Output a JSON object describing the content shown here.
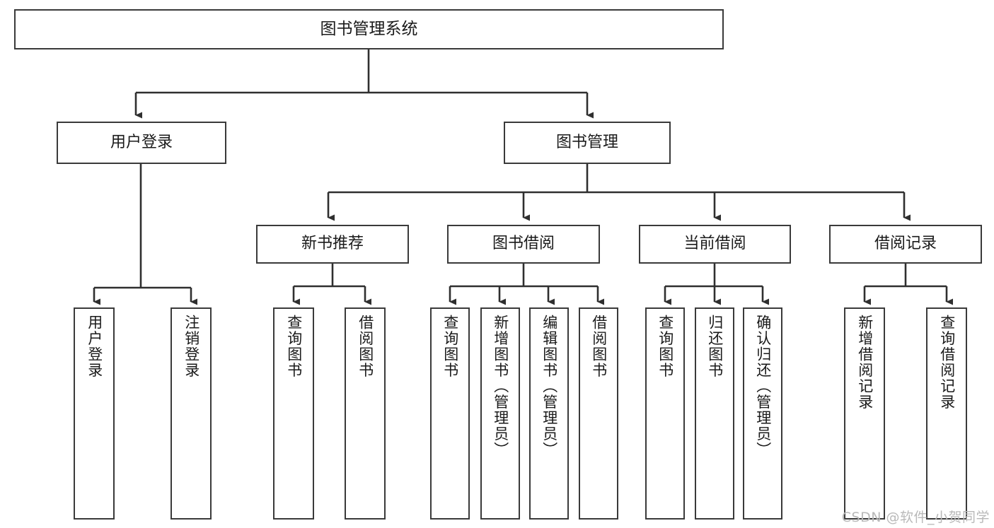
{
  "diagram": {
    "title": "图书管理系统",
    "type": "tree-hierarchy",
    "watermark": "CSDN @软件_小贺同学",
    "colors": {
      "box_border": "#3a3a3a",
      "box_fill": "#ffffff",
      "edge": "#2f2f2f",
      "text": "#1a1a1a",
      "watermark": "#b9b9b9"
    },
    "root": {
      "label": "图书管理系统"
    },
    "level1": [
      {
        "label": "用户登录"
      },
      {
        "label": "图书管理"
      }
    ],
    "level2": [
      {
        "label": "新书推荐"
      },
      {
        "label": "图书借阅"
      },
      {
        "label": "当前借阅"
      },
      {
        "label": "借阅记录"
      }
    ],
    "leaves": {
      "user_login": [
        {
          "label": "用户登录"
        },
        {
          "label": "注销登录"
        }
      ],
      "new_book_recommend": [
        {
          "label": "查询图书"
        },
        {
          "label": "借阅图书"
        }
      ],
      "book_borrow": [
        {
          "label": "查询图书"
        },
        {
          "label": "新增图书（管理员）"
        },
        {
          "label": "编辑图书（管理员）"
        },
        {
          "label": "借阅图书"
        }
      ],
      "current_borrow": [
        {
          "label": "查询图书"
        },
        {
          "label": "归还图书"
        },
        {
          "label": "确认归还（管理员）"
        }
      ],
      "borrow_record": [
        {
          "label": "新增借阅记录"
        },
        {
          "label": "查询借阅记录"
        }
      ]
    }
  }
}
